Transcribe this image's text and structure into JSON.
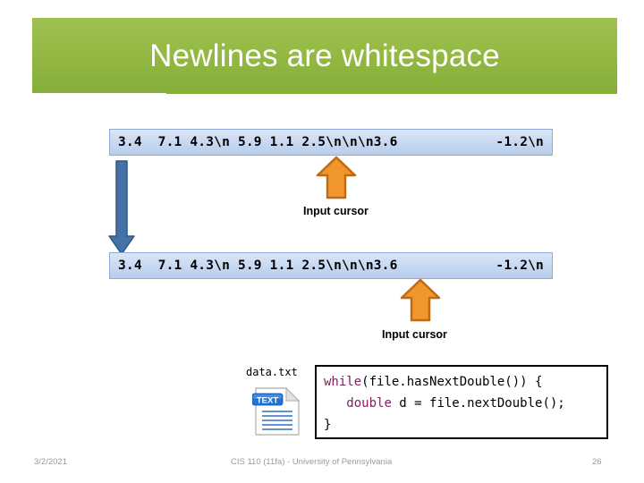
{
  "slide": {
    "title": "Newlines are whitespace",
    "title_bg_color": "#94ba44",
    "title_text_color": "#ffffff"
  },
  "data_lines": [
    {
      "left_text": "3.4  7.1 4.3\\n 5.9 1.1 2.5\\n\\n\\n3.6",
      "right_text": "-1.2\\n",
      "cursor_label": "Input cursor",
      "box_fill_color": "#c6d8f1",
      "box_border_color": "#8eaadb"
    },
    {
      "left_text": "3.4  7.1 4.3\\n 5.9 1.1 2.5\\n\\n\\n3.6",
      "right_text": "-1.2\\n",
      "cursor_label": "Input cursor",
      "box_fill_color": "#c6d8f1",
      "box_border_color": "#8eaadb"
    }
  ],
  "arrows": {
    "orange_fill": "#f0962d",
    "orange_border": "#c06a16",
    "blue_fill": "#4472a8",
    "blue_border": "#2e5680"
  },
  "file_icon": {
    "label": "data.txt",
    "badge_text": "TEXT",
    "badge_color": "#1d74d6"
  },
  "code": {
    "line1_keyword": "while",
    "line1_rest": "(file.hasNextDouble()) {",
    "line2_indent": "   ",
    "line2_keyword": "double",
    "line2_rest": " d = file.nextDouble();",
    "line3": "}",
    "keyword_color": "#7d1f5e"
  },
  "footer": {
    "date": "3/2/2021",
    "center": "CIS 110 (11fa) - University of Pennsylvania",
    "page_number": "26"
  }
}
